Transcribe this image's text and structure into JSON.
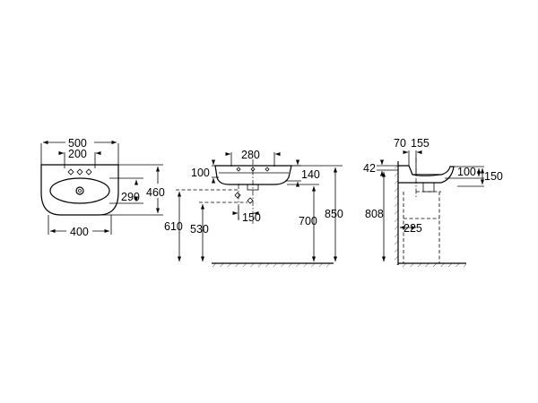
{
  "top_view": {
    "width_overall": "500",
    "tap_spacing": "200",
    "bowl_depth": "290",
    "depth_overall": "460",
    "base_width": "400"
  },
  "front_view": {
    "hole_spacing": "280",
    "left_rim": "100",
    "right_rim": "140",
    "waste_offset": "150",
    "height_610": "610",
    "height_530": "530",
    "height_700": "700",
    "height_850": "850"
  },
  "side_view": {
    "depth_70": "70",
    "depth_155": "155",
    "rim_42": "42",
    "height_100": "100",
    "height_150": "150",
    "height_808": "808",
    "waste_225": "225"
  }
}
